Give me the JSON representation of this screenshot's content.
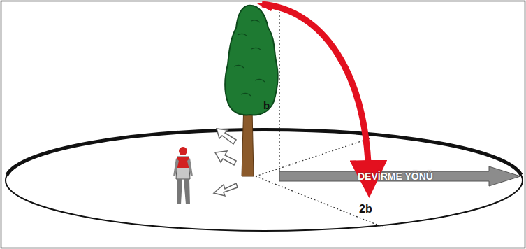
{
  "diagram": {
    "labels": [
      "b",
      "DEVİRME YÖNÜ",
      "2b"
    ]
  }
}
